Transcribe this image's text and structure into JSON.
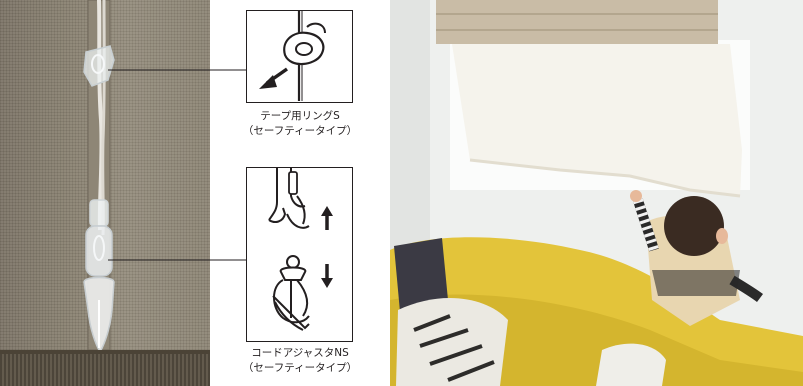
{
  "labels": {
    "ring_name": "テープ用リングS",
    "ring_type": "（セーフティータイプ）",
    "adjuster_name": "コードアジャスタNS",
    "adjuster_type": "（セーフティータイプ）"
  },
  "icons": {
    "ring_diagram": "tape-ring-diagram-icon",
    "adjuster_diagram": "cord-adjuster-diagram-icon",
    "arrow_release": "arrow-down-left-icon",
    "arrow_up": "arrow-up-icon",
    "arrow_down": "arrow-down-icon"
  },
  "colors": {
    "line": "#231f20",
    "sofa": "#e3c43a",
    "blind": "#c9bca6"
  }
}
